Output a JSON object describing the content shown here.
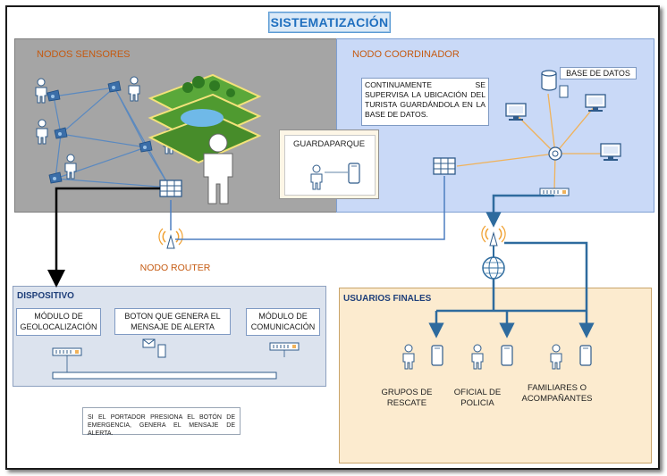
{
  "title": "SISTEMATIZACIÓN",
  "sensores": {
    "title": "NODOS SENSORES"
  },
  "coordinador": {
    "title": "NODO COORDINADOR",
    "db_label": "BASE DE DATOS",
    "continuous_text": "CONTINUAMENTE SE SUPERVISA LA UBICACIÓN DEL TURISTA GUARDÁNDOLA EN LA BASE DE DATOS."
  },
  "guardaparque": {
    "label": "GUARDAPARQUE"
  },
  "router": {
    "label": "NODO ROUTER"
  },
  "dispositivo": {
    "title": "DISPOSITIVO",
    "geo": "MÓDULO DE GEOLOCALIZACIÓN",
    "boton": "BOTON QUE GENERA EL MENSAJE DE ALERTA",
    "com": "MÓDULO DE COMUNICACIÓN"
  },
  "note": "SI EL PORTADOR PRESIONA EL BOTÓN DE EMERGENCIA, GENERA EL MENSAJE DE ALERTA.",
  "usuarios": {
    "title": "USUARIOS FINALES",
    "rescate": "GRUPOS DE RESCATE",
    "policia": "OFICIAL DE POLICIA",
    "familia": "FAMILIARES O ACOMPAÑANTES"
  },
  "colors": {
    "orange": "#c55a11",
    "line_blue": "#4d7fc0",
    "dark_blue": "#2e6b9e",
    "orange_line": "#f0b25a"
  }
}
